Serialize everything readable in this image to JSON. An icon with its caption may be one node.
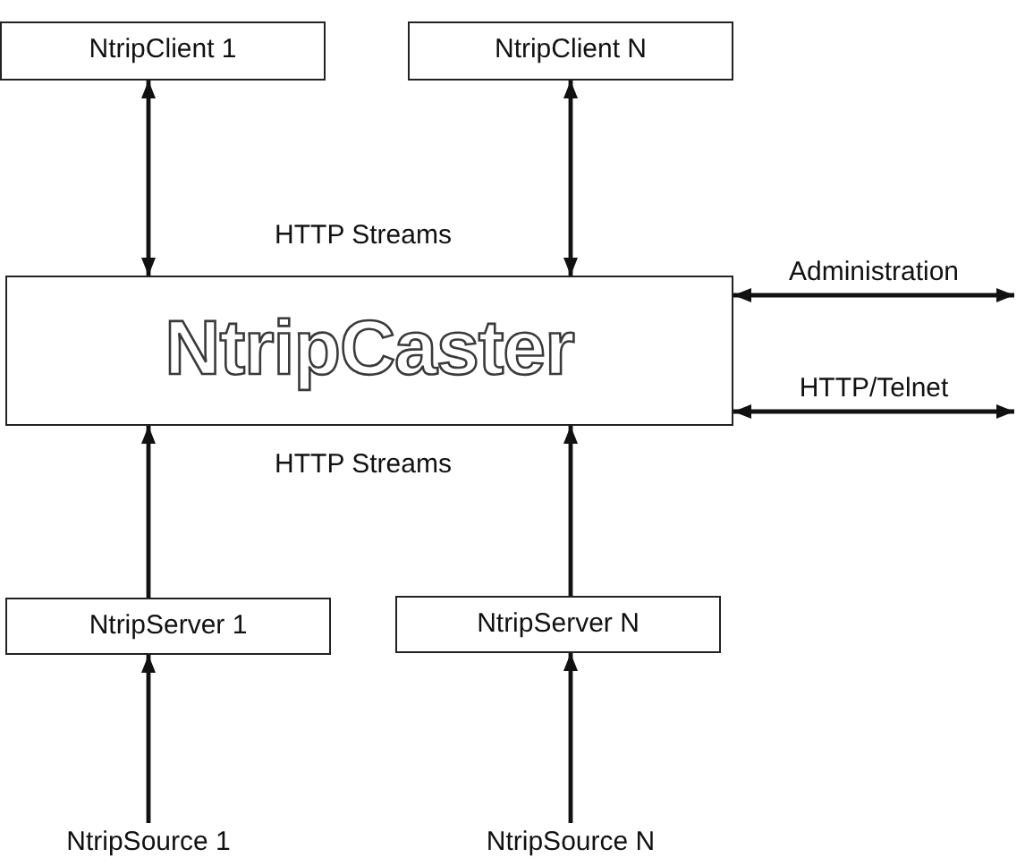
{
  "diagram": {
    "nodes": [
      {
        "text": [
          "NtripClient 1"
        ]
      },
      {
        "text": [
          "NtripClient N"
        ]
      },
      {
        "text": [
          "NtripCaster"
        ]
      },
      {
        "text": [
          "NtripServer 1"
        ]
      },
      {
        "text": [
          "NtripServer N"
        ]
      },
      {
        "text": [
          "NtripSource 1"
        ]
      },
      {
        "text": [
          "NtripSource N"
        ]
      }
    ],
    "edges": [
      {
        "from": 0,
        "to": 2,
        "arrow": "both"
      },
      {
        "from": 1,
        "to": 2,
        "arrow": "both"
      },
      {
        "from": 2,
        "to": null,
        "arrow": "both",
        "label": "Administration"
      },
      {
        "from": 2,
        "to": null,
        "arrow": "both",
        "label": "HTTP/Telnet"
      },
      {
        "from": 3,
        "to": 2,
        "arrow": "to"
      },
      {
        "from": 4,
        "to": 2,
        "arrow": "to"
      },
      {
        "from": 5,
        "to": 3,
        "arrow": "to"
      },
      {
        "from": 6,
        "to": 4,
        "arrow": "to"
      }
    ],
    "labels": [
      "HTTP Streams",
      "HTTP Streams"
    ]
  }
}
